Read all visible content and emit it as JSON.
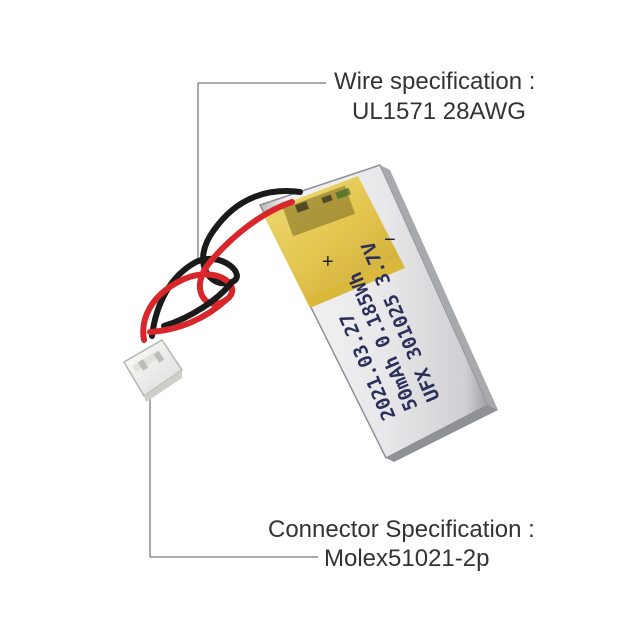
{
  "wire": {
    "title": "Wire specification :",
    "value": "UL1571 28AWG"
  },
  "connector": {
    "title": "Connector Specification :",
    "value": "Molex51021-2p"
  },
  "battery_label": {
    "line1": "UFX 301025 3.7V",
    "line2": "50mAh 0.185Wh",
    "line3": "2021.03.27"
  },
  "polarity": {
    "plus": "+",
    "minus": "−"
  },
  "colors": {
    "callout_text": "#333333",
    "leader_line": "#555555",
    "kapton_tape": "#e6c84a",
    "cell_body": "#e9e9ea",
    "wire_red": "#d8262b",
    "wire_black": "#1a1a1a",
    "connector": "#f4f4f2"
  }
}
